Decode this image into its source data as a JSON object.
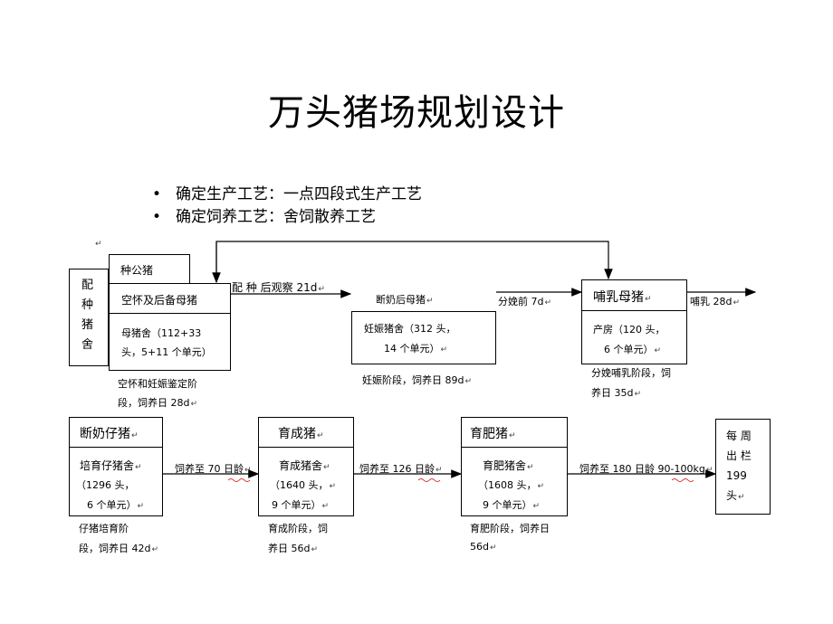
{
  "page": {
    "title": "万头猪场规划设计"
  },
  "bullets": [
    "确定生产工艺：一点四段式生产工艺",
    "确定饲养工艺：舍饲散养工艺"
  ],
  "mark": "↵",
  "top_row": {
    "left_group": {
      "vertical_label": [
        "配",
        "种",
        "猪",
        "舍"
      ],
      "boar": "种公猪",
      "empty_sow": "空怀及后备母猪",
      "house_line1": "母猪舍（112+33",
      "house_line2": "头，5+11 个单元）",
      "note_line1": "空怀和妊娠鉴定阶",
      "note_line2": "段，饲养日 28d"
    },
    "arrow1_label": "配  种  后观察 21d",
    "weaned_sow_label": "断奶后母猪",
    "gestation": {
      "line1": "妊娠猪舍（312 头，",
      "line2": "14 个单元）",
      "note": "妊娠阶段，饲养日 89d"
    },
    "arrow2_label": "分娩前 7d",
    "lactation": {
      "header": "哺乳母猪",
      "line1": "产房（120 头，",
      "line2": "6 个单元）",
      "note_line1": "分娩哺乳阶段，饲",
      "note_line2": "养日 35d"
    },
    "arrow3_label": "哺乳 28d"
  },
  "bottom_row": {
    "nursery": {
      "header": "断奶仔猪",
      "line1": "培育仔猪舍",
      "line2": "（1296 头，",
      "line3": "6 个单元）",
      "note_line1": "仔猪培育阶",
      "note_line2": "段，饲养日 42d"
    },
    "arrow1_label": "饲养至 70 日龄",
    "grower": {
      "header": "育成猪",
      "line1": "育成猪舍",
      "line2": "（1640 头，",
      "line3": "9 个单元）",
      "note_line1": "育成阶段，饲",
      "note_line2": "养日 56d"
    },
    "arrow2_label": "饲养至 126 日龄",
    "finisher": {
      "header": "育肥猪",
      "line1": "育肥猪舍",
      "line2": "（1608 头，",
      "line3": "9 个单元）",
      "note_line1": "育肥阶段，饲养日",
      "note_line2": "56d"
    },
    "arrow3_label": "饲养至 180 日龄 90-100kg",
    "weekly": {
      "lines": [
        "每 周",
        "出 栏",
        "199",
        "头"
      ]
    }
  }
}
